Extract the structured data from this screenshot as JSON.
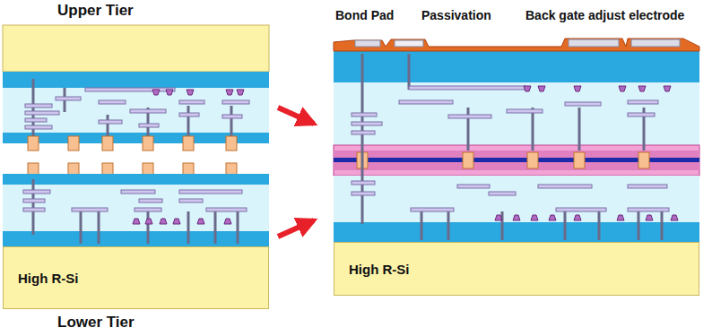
{
  "diagram": {
    "nodes": [
      {
        "text": [
          "High R-Si"
        ]
      },
      {
        "text": [
          "High R-Si"
        ]
      }
    ],
    "labels": [
      "Upper Tier",
      "Lower Tier",
      "Bond Pad",
      "Passivation",
      "Back gate adjust electrode"
    ]
  }
}
